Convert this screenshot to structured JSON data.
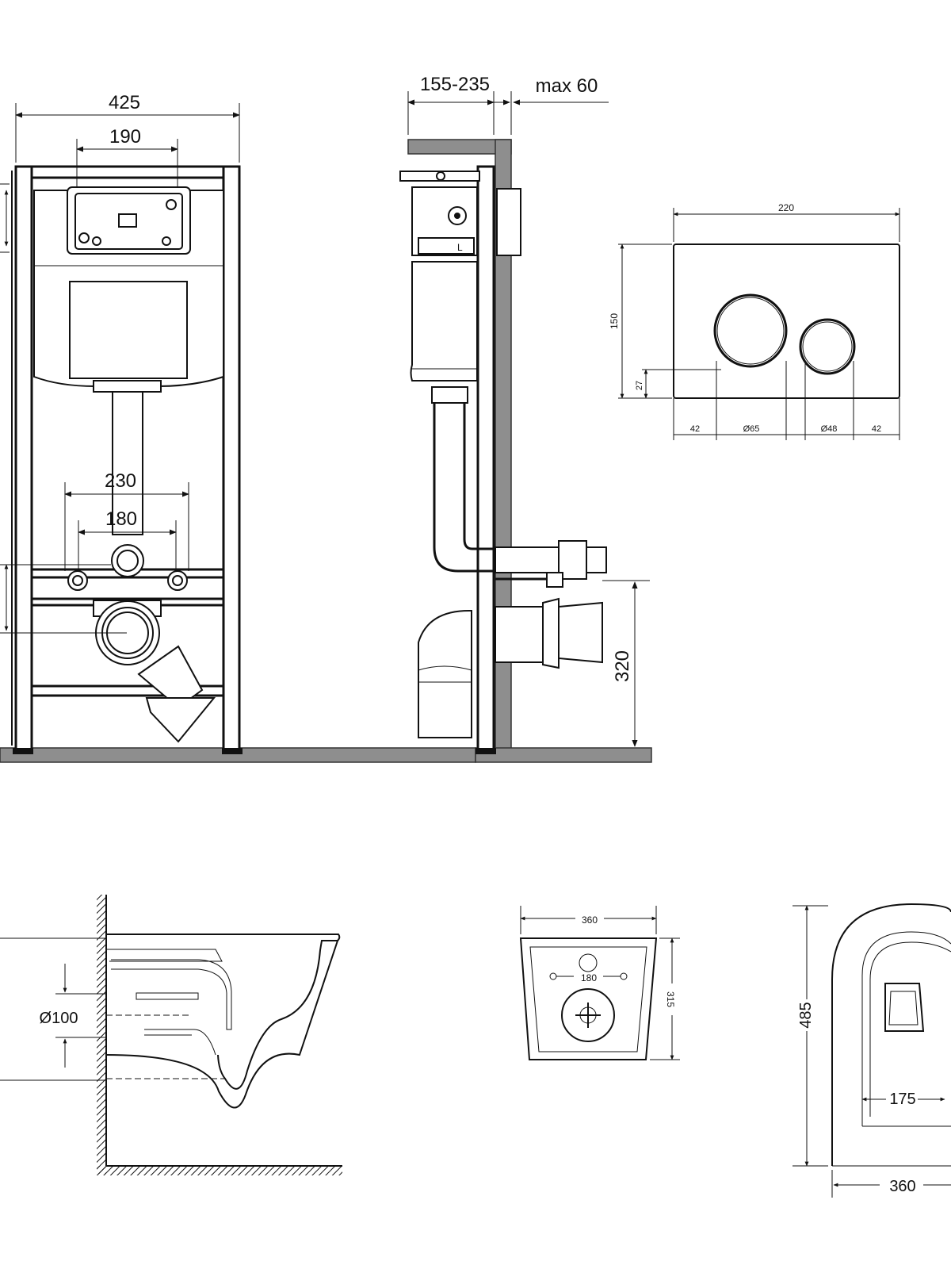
{
  "frame_front": {
    "width_overall": "425",
    "width_panel": "190",
    "bolt_spacing_outer": "230",
    "bolt_spacing_inner": "180"
  },
  "frame_side": {
    "depth_range": "155-235",
    "wall_max": "max 60",
    "height_outlet": "320"
  },
  "flush_plate": {
    "width": "220",
    "height": "150",
    "offset_bottom": "27",
    "margin_left": "42",
    "button_large": "Ø65",
    "button_small": "Ø48",
    "margin_right": "42"
  },
  "toilet_side": {
    "outlet_diameter": "Ø100"
  },
  "toilet_rear": {
    "width": "360",
    "height": "315",
    "bolt_spacing": "180"
  },
  "toilet_top": {
    "length": "485",
    "inner_width": "175",
    "width": "360"
  }
}
